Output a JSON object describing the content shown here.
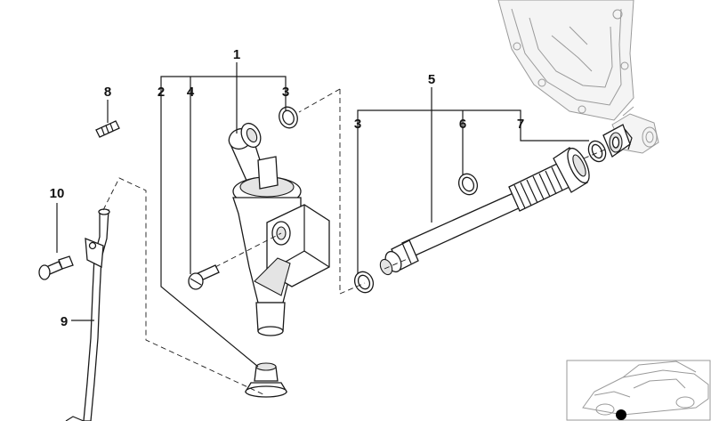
{
  "callouts": {
    "c1": "1",
    "c2": "2",
    "c3a": "3",
    "c3b": "3",
    "c4": "4",
    "c5": "5",
    "c6": "6",
    "c7": "7",
    "c8": "8",
    "c9": "9",
    "c10": "10"
  },
  "colors": {
    "line": "#1a1a1a",
    "ghost": "#9a9a9a",
    "marker": "#000000"
  },
  "icons": {
    "vehicle_locator": "car-silhouette-icon"
  }
}
